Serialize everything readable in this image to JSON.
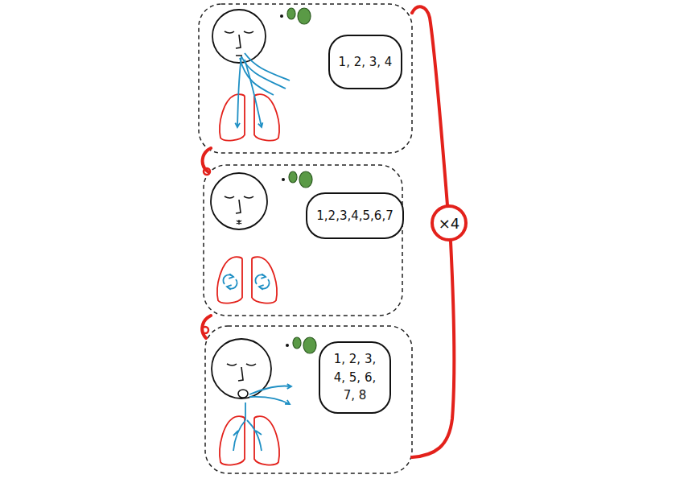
{
  "diagram": {
    "nodes": [
      {
        "text": [
          "1, 2, 3, 4"
        ]
      },
      {
        "text": [
          "1,2,3,4,5,6,7"
        ]
      },
      {
        "text": [
          "1, 2, 3, 4, 5, 6, 7, 8"
        ]
      },
      {
        "text": [
          "×4"
        ]
      }
    ]
  }
}
